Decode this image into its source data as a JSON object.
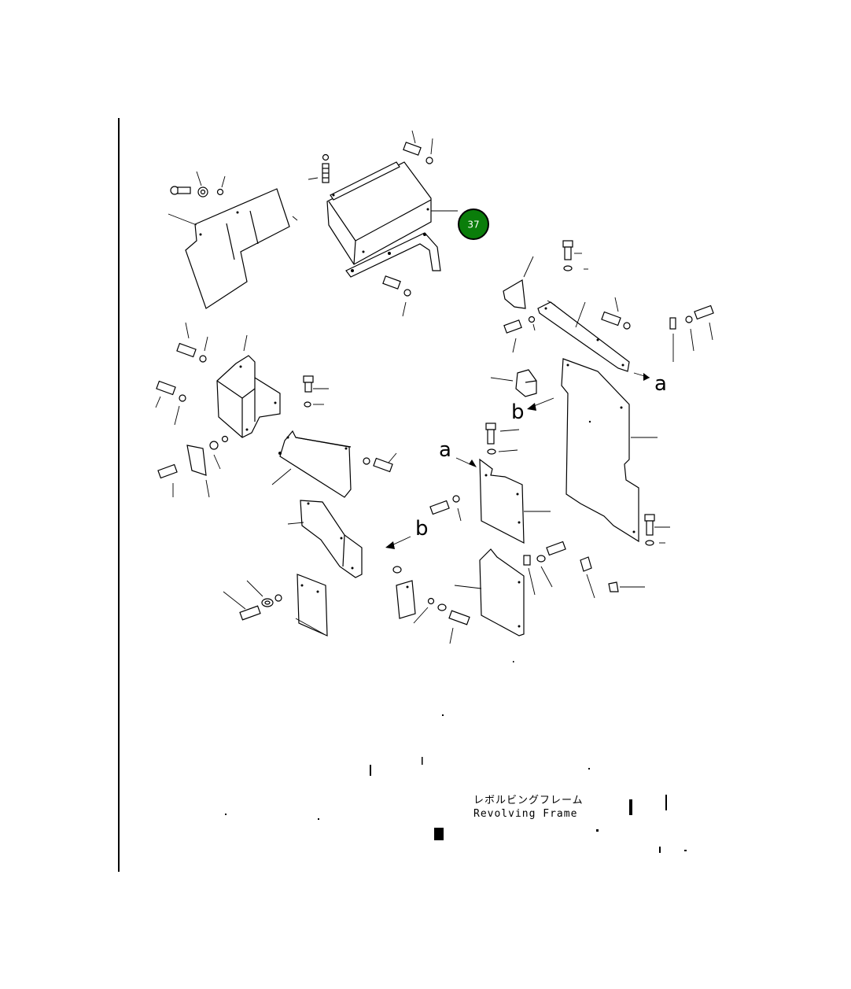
{
  "diagram": {
    "ref_letters": {
      "a_right": "a",
      "b_upper": "b",
      "a_center": "a",
      "b_lower": "b"
    },
    "caption": {
      "japanese": "レボルビングフレーム",
      "english": "Revolving Frame"
    },
    "hotspot": {
      "number": "37",
      "color": "#0a7d0a",
      "border_color": "#000000"
    }
  }
}
